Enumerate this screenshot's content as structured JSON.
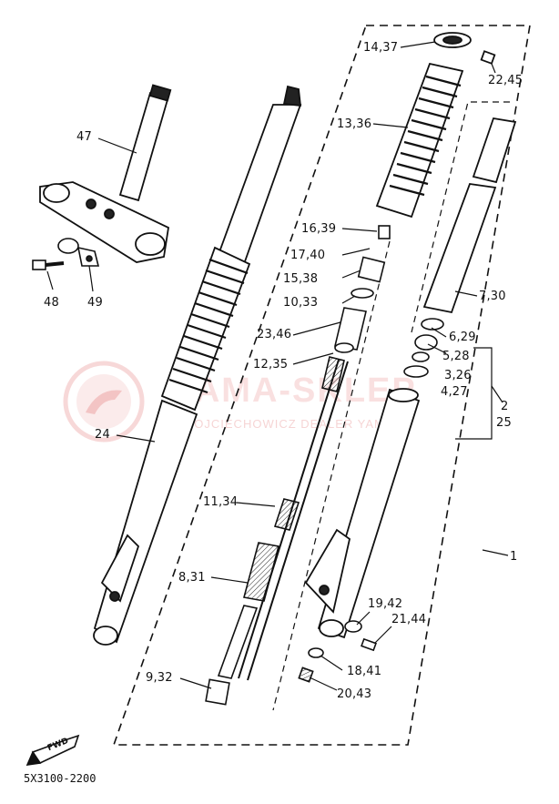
{
  "watermark": {
    "brand": "YAMA-SKLEP",
    "dealer": "WOJCIECHOWICZ DEALER YAMAHA"
  },
  "diagram_code": "5X3100-2200",
  "fwd_label": "FWD",
  "callouts": [
    {
      "id": "14_37",
      "text": "14,37"
    },
    {
      "id": "22_45",
      "text": "22,45"
    },
    {
      "id": "13_36",
      "text": "13,36"
    },
    {
      "id": "47",
      "text": "47"
    },
    {
      "id": "16_39",
      "text": "16,39"
    },
    {
      "id": "17_40",
      "text": "17,40"
    },
    {
      "id": "15_38",
      "text": "15,38"
    },
    {
      "id": "10_33",
      "text": "10,33"
    },
    {
      "id": "7_30",
      "text": "7,30"
    },
    {
      "id": "48",
      "text": "48"
    },
    {
      "id": "49",
      "text": "49"
    },
    {
      "id": "23_46",
      "text": "23,46"
    },
    {
      "id": "6_29",
      "text": "6,29"
    },
    {
      "id": "5_28",
      "text": "5,28"
    },
    {
      "id": "12_35",
      "text": "12,35"
    },
    {
      "id": "3_26",
      "text": "3,26"
    },
    {
      "id": "4_27",
      "text": "4,27"
    },
    {
      "id": "2",
      "text": "2"
    },
    {
      "id": "25",
      "text": "25"
    },
    {
      "id": "24",
      "text": "24"
    },
    {
      "id": "11_34",
      "text": "11,34"
    },
    {
      "id": "1",
      "text": "1"
    },
    {
      "id": "8_31",
      "text": "8,31"
    },
    {
      "id": "19_42",
      "text": "19,42"
    },
    {
      "id": "21_44",
      "text": "21,44"
    },
    {
      "id": "18_41",
      "text": "18,41"
    },
    {
      "id": "9_32",
      "text": "9,32"
    },
    {
      "id": "20_43",
      "text": "20,43"
    }
  ]
}
